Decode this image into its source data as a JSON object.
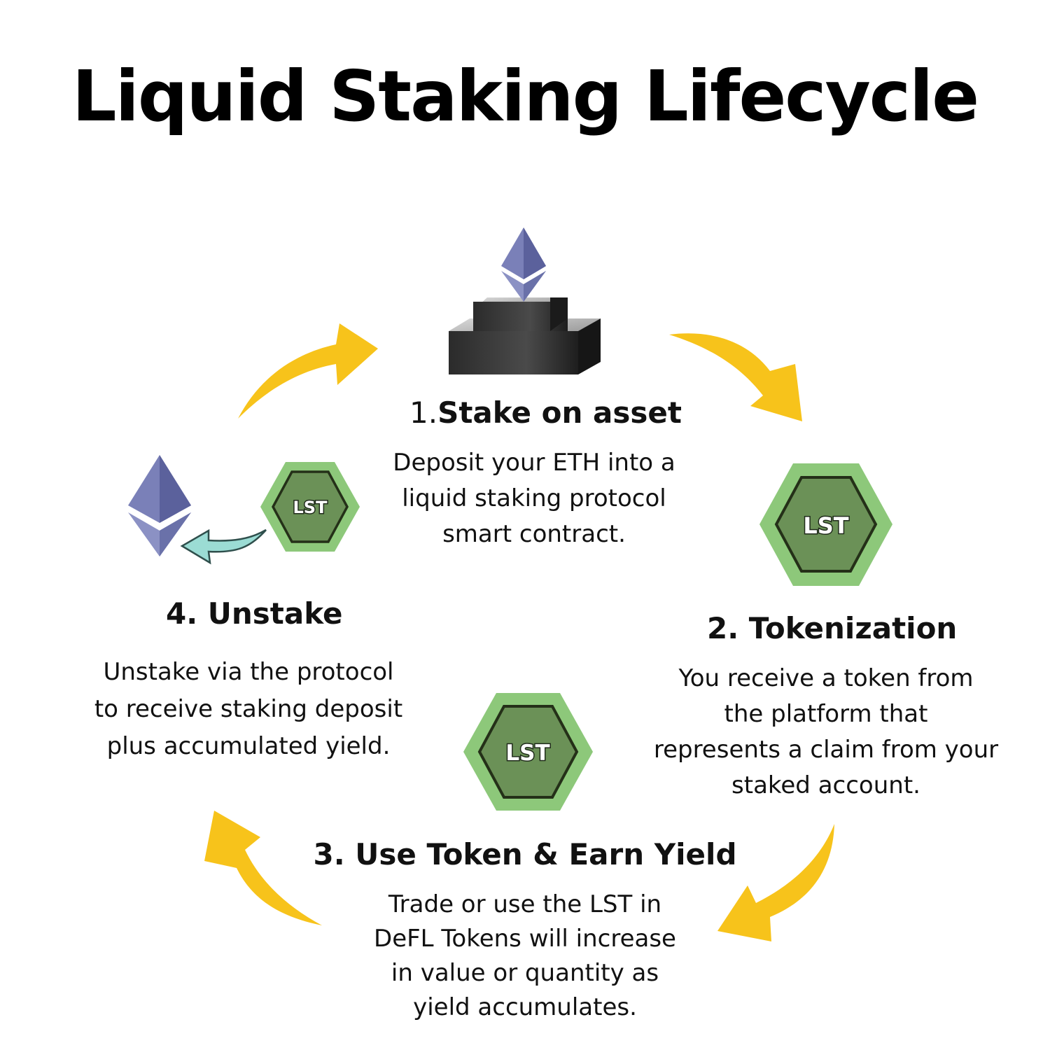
{
  "title": "Liquid Staking Lifecycle",
  "steps": [
    {
      "number": "1.",
      "heading": "Stake on asset",
      "lines": [
        "Deposit your ETH into a",
        "liquid staking protocol",
        "smart contract."
      ]
    },
    {
      "heading": "2. Tokenization",
      "lines": [
        "You receive a token from",
        "the platform that",
        "represents a claim from your",
        "staked account."
      ]
    },
    {
      "heading": "3. Use Token & Earn Yield",
      "lines": [
        "Trade or use the LST in",
        "DeFL Tokens will increase",
        "in value or quantity as",
        "yield accumulates."
      ]
    },
    {
      "heading": "4. Unstake",
      "lines": [
        "Unstake via the protocol",
        "to receive staking deposit",
        "plus accumulated yield."
      ]
    }
  ],
  "token_label": "LST",
  "icons": [
    "ethereum-staking-pedestal-icon",
    "lst-token-icon",
    "ethereum-icon",
    "return-arrow-icon",
    "cycle-arrow-icon"
  ],
  "colors": {
    "arrow": "#F7C31B",
    "hex_outer": "#8DC87A",
    "hex_inner": "#6B9157",
    "eth_purple": "#6A71A9",
    "return_arrow": "#9BDCD4"
  }
}
